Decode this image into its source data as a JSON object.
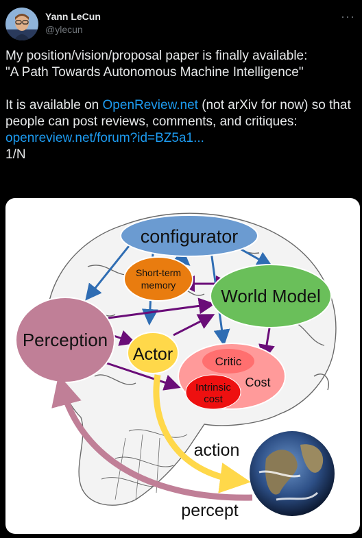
{
  "tweet": {
    "author_name": "Yann LeCun",
    "author_handle": "@ylecun",
    "more_label": "···",
    "line1": "My position/vision/proposal paper is finally available:",
    "line2": "\"A Path Towards Autonomous Machine Intelligence\"",
    "para2_prefix": "It is available on ",
    "para2_link": "OpenReview.net",
    "para2_suffix": " (not arXiv for now) so that people can post reviews, comments, and critiques:",
    "url": "openreview.net/forum?id=BZ5a1...",
    "thread_marker": "1/N"
  },
  "figure": {
    "configurator": "configurator",
    "short_term_memory_1": "Short-term",
    "short_term_memory_2": "memory",
    "world_model": "World Model",
    "perception": "Perception",
    "actor": "Actor",
    "critic": "Critic",
    "cost": "Cost",
    "intrinsic_cost_1": "Intrinsic",
    "intrinsic_cost_2": "cost",
    "action": "action",
    "percept": "percept"
  },
  "colors": {
    "link": "#1d9bf0",
    "configurator": "#6b9bd1",
    "memory": "#e97c0f",
    "world_model": "#6abf5a",
    "perception": "#c07f97",
    "actor": "#ffd84a",
    "cost": "#ff9a9a",
    "intrinsic": "#ee1010",
    "arrow_blue": "#2f6db3",
    "arrow_purple": "#6a0d78"
  }
}
